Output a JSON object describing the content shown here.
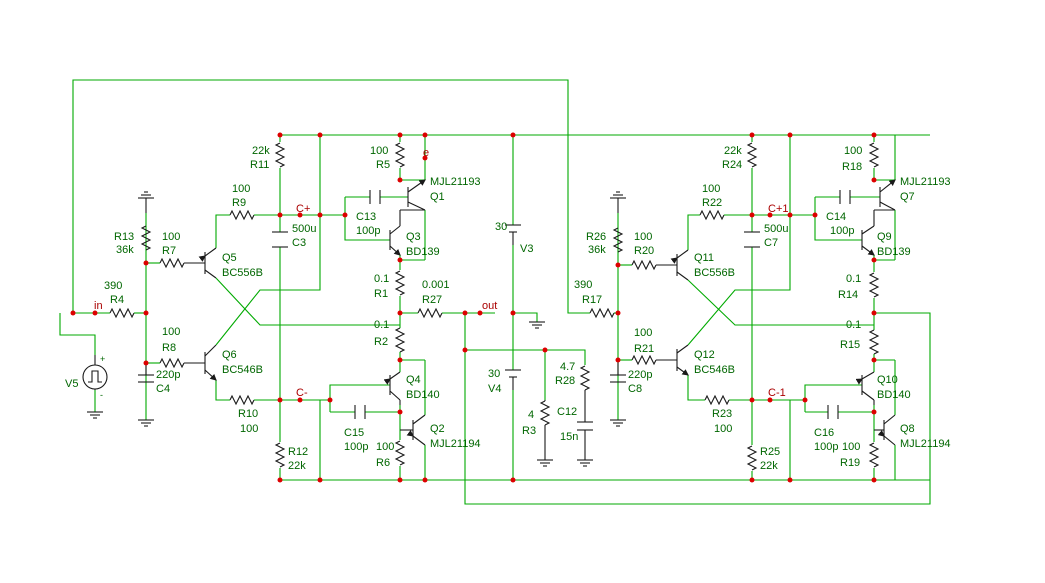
{
  "nets": {
    "in": "in",
    "out": "out",
    "e": "e",
    "c_plus": "C+",
    "c_minus": "C-",
    "c_plus1": "C+1",
    "c_minus1": "C-1"
  },
  "components": {
    "R11": {
      "ref": "R11",
      "value": "22k"
    },
    "R5": {
      "ref": "R5",
      "value": "100"
    },
    "R9": {
      "ref": "R9",
      "value": "100"
    },
    "R13": {
      "ref": "R13",
      "value": "36k"
    },
    "R7": {
      "ref": "R7",
      "value": "100"
    },
    "R4": {
      "ref": "R4",
      "value": "390"
    },
    "R8": {
      "ref": "R8",
      "value": "100"
    },
    "C4": {
      "ref": "C4",
      "value": "220p"
    },
    "R10": {
      "ref": "R10",
      "value": "100"
    },
    "R12": {
      "ref": "R12",
      "value": "22k"
    },
    "C3": {
      "ref": "C3",
      "value": "500u"
    },
    "C13": {
      "ref": "C13",
      "value": "100p"
    },
    "R1": {
      "ref": "R1",
      "value": "0.1"
    },
    "R2": {
      "ref": "R2",
      "value": "0.1"
    },
    "R27": {
      "ref": "R27",
      "value": "0.001"
    },
    "C15": {
      "ref": "C15",
      "value": "100p"
    },
    "R6": {
      "ref": "R6",
      "value": "100"
    },
    "V3": {
      "ref": "V3",
      "value": "30"
    },
    "V4": {
      "ref": "V4",
      "value": "30"
    },
    "V5": {
      "ref": "V5",
      "value": ""
    },
    "R28": {
      "ref": "R28",
      "value": "4.7"
    },
    "R3": {
      "ref": "R3",
      "value": "4"
    },
    "C12": {
      "ref": "C12",
      "value": "15n"
    },
    "R17": {
      "ref": "R17",
      "value": "390"
    },
    "R26": {
      "ref": "R26",
      "value": "36k"
    },
    "R20": {
      "ref": "R20",
      "value": "100"
    },
    "R21": {
      "ref": "R21",
      "value": "100"
    },
    "C8": {
      "ref": "C8",
      "value": "220p"
    },
    "R22": {
      "ref": "R22",
      "value": "100"
    },
    "R24": {
      "ref": "R24",
      "value": "22k"
    },
    "C7": {
      "ref": "C7",
      "value": "500u"
    },
    "R23": {
      "ref": "R23",
      "value": "100"
    },
    "R25": {
      "ref": "R25",
      "value": "22k"
    },
    "R18": {
      "ref": "R18",
      "value": "100"
    },
    "C14": {
      "ref": "C14",
      "value": "100p"
    },
    "R14": {
      "ref": "R14",
      "value": "0.1"
    },
    "R15": {
      "ref": "R15",
      "value": "0.1"
    },
    "C16": {
      "ref": "C16",
      "value": "100p"
    },
    "R19": {
      "ref": "R19",
      "value": "100"
    },
    "Q1": {
      "ref": "Q1",
      "value": "MJL21193"
    },
    "Q2": {
      "ref": "Q2",
      "value": "MJL21194"
    },
    "Q3": {
      "ref": "Q3",
      "value": "BD139"
    },
    "Q4": {
      "ref": "Q4",
      "value": "BD140"
    },
    "Q5": {
      "ref": "Q5",
      "value": "BC556B"
    },
    "Q6": {
      "ref": "Q6",
      "value": "BC546B"
    },
    "Q7": {
      "ref": "Q7",
      "value": "MJL21193"
    },
    "Q8": {
      "ref": "Q8",
      "value": "MJL21194"
    },
    "Q9": {
      "ref": "Q9",
      "value": "BD139"
    },
    "Q10": {
      "ref": "Q10",
      "value": "BD140"
    },
    "Q11": {
      "ref": "Q11",
      "value": "BC556B"
    },
    "Q12": {
      "ref": "Q12",
      "value": "BC546B"
    }
  },
  "colors": {
    "wire": "#00aa00",
    "component": "#1a1a1a",
    "label": "#006600",
    "net_label": "#aa0000",
    "junction": "#dd0000"
  }
}
